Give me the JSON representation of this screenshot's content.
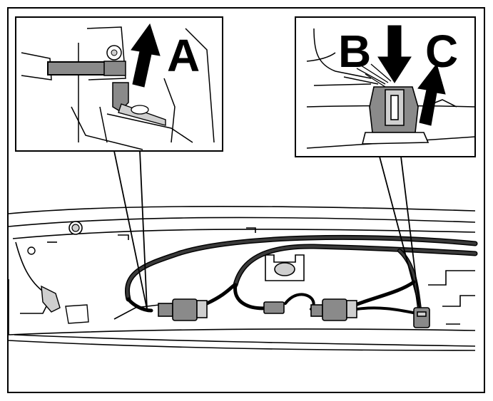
{
  "callouts": {
    "a": "A",
    "b": "B",
    "c": "C"
  },
  "colors": {
    "ink": "#000000",
    "paper": "#ffffff",
    "harness": "#3a3a3a",
    "connector_fill": "#8a8a8a",
    "light_fill": "#cfcfcf"
  },
  "icons": {
    "arrow_a": "arrow-up-icon",
    "arrow_b": "arrow-down-icon",
    "arrow_c": "arrow-up-icon"
  }
}
